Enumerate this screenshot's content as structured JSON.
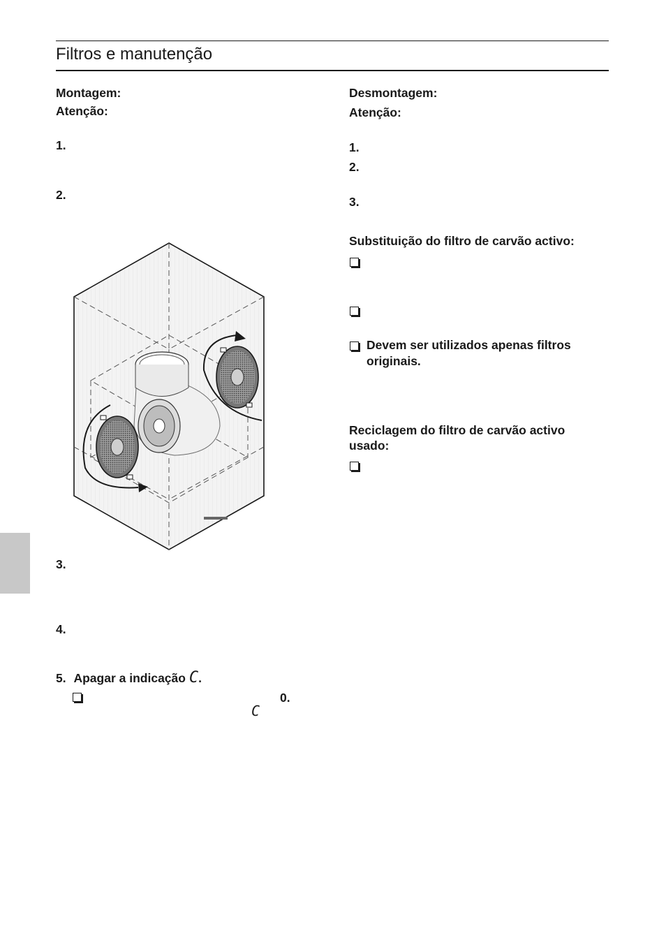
{
  "header": {
    "title": "Filtros e manutenção"
  },
  "left": {
    "montagem": "Montagem:",
    "atencao": "Atenção:",
    "step1": "1.",
    "step2": "2.",
    "step3": "3.",
    "step4": "4.",
    "step5_num": "5.",
    "step5_text": "Apagar a indicação",
    "step5_symbol": "C",
    "step5_period": ".",
    "bullet_value": "0.",
    "bullet_symbol": "C"
  },
  "right": {
    "desmontagem": "Desmontagem:",
    "atencao": "Atenção:",
    "step1": "1.",
    "step2": "2.",
    "step3": "3.",
    "subst_heading": "Substituição do filtro de carvão activo:",
    "subst_bullet3_line1": "Devem ser utilizados apenas filtros",
    "subst_bullet3_line2": "originais.",
    "recic_heading_line1": "Reciclagem do filtro de carvão activo",
    "recic_heading_line2": "usado:"
  },
  "colors": {
    "text": "#1a1a1a",
    "side_tab": "#c8c8c8",
    "figure_shade": "#ececec"
  },
  "icons": {
    "bullet": "checkbox-bullet-icon"
  }
}
